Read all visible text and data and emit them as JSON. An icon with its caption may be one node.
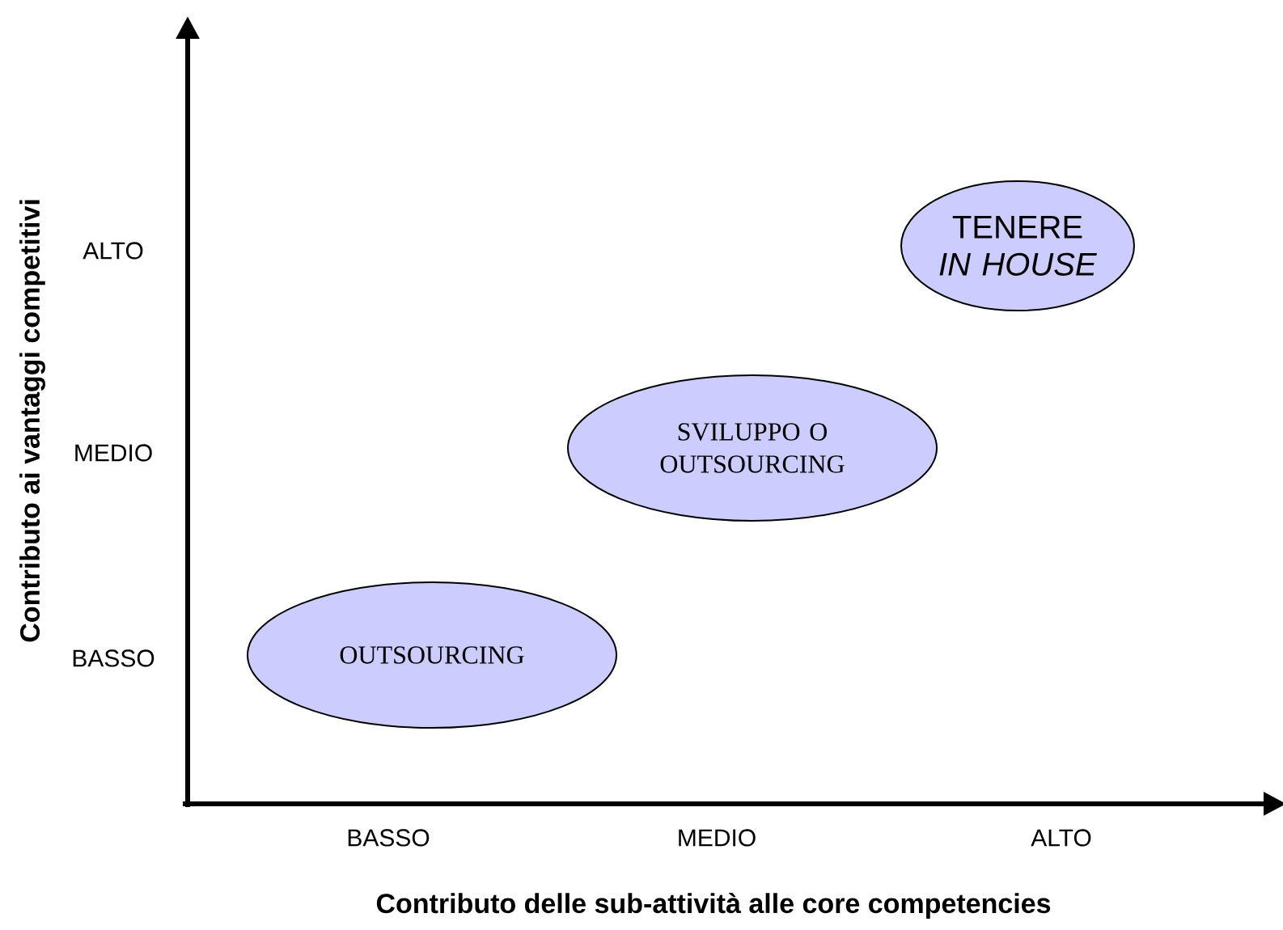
{
  "diagram": {
    "nodes": [
      {
        "text": [
          "TENERE *IN HOUSE*"
        ]
      },
      {
        "text": [
          "SVILUPPO O OUTSOURCING"
        ]
      },
      {
        "text": [
          "OUTSOURCING"
        ]
      }
    ],
    "labels": [
      "Contributo ai vantaggi competitivi",
      "ALTO",
      "MEDIO",
      "BASSO",
      "BASSO",
      "MEDIO",
      "ALTO",
      "Contributo delle sub-attività alle core competencies"
    ]
  }
}
